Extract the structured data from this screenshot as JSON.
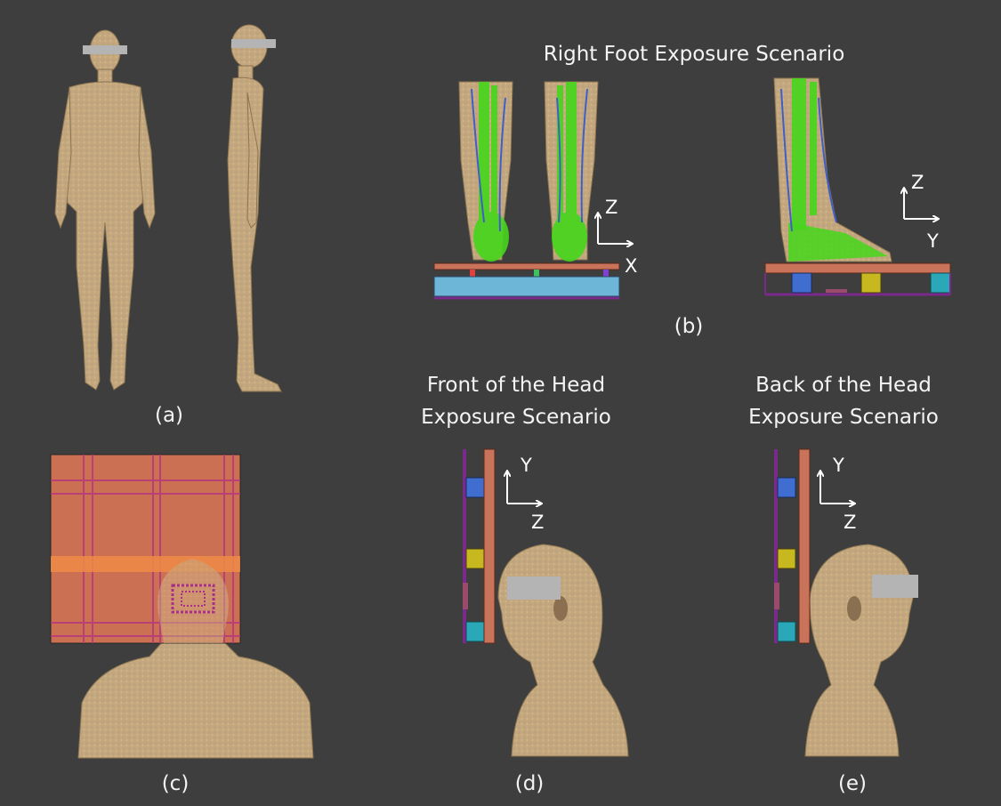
{
  "figure": {
    "background": "#3e3e3e",
    "colors": {
      "skin": "#c2a57b",
      "skin_light": "#d8c096",
      "bone": "#46d61c",
      "vessel": "#3f5fc8",
      "plate_brown": "#c8735a",
      "plate_orange": "#e07850",
      "block_blue": "#3f6ed0",
      "block_yellow": "#c8b820",
      "block_teal": "#2aa8b8",
      "purple": "#7a2a8a",
      "light_blue": "#6eb6d8",
      "redaction_bar": "#b4b4b4"
    },
    "panels": {
      "a": {
        "label": "(a)",
        "icons": [
          "human-model-front-icon",
          "human-model-side-icon"
        ]
      },
      "b": {
        "heading": "Right Foot Exposure Scenario",
        "label": "(b)",
        "views": [
          {
            "name": "front-view",
            "axes": [
              "Z",
              "X"
            ]
          },
          {
            "name": "side-view",
            "axes": [
              "Z",
              "Y"
            ]
          }
        ]
      },
      "c": {
        "label": "(c)",
        "icons": [
          "coil-array-plate-icon",
          "head-torso-model-icon"
        ]
      },
      "d": {
        "heading_line1": "Front of the Head",
        "heading_line2": "Exposure Scenario",
        "label": "(d)",
        "axes": [
          "Y",
          "Z"
        ]
      },
      "e": {
        "heading_line1": "Back of the Head",
        "heading_line2": "Exposure Scenario",
        "label": "(e)",
        "axes": [
          "Y",
          "Z"
        ]
      }
    }
  }
}
